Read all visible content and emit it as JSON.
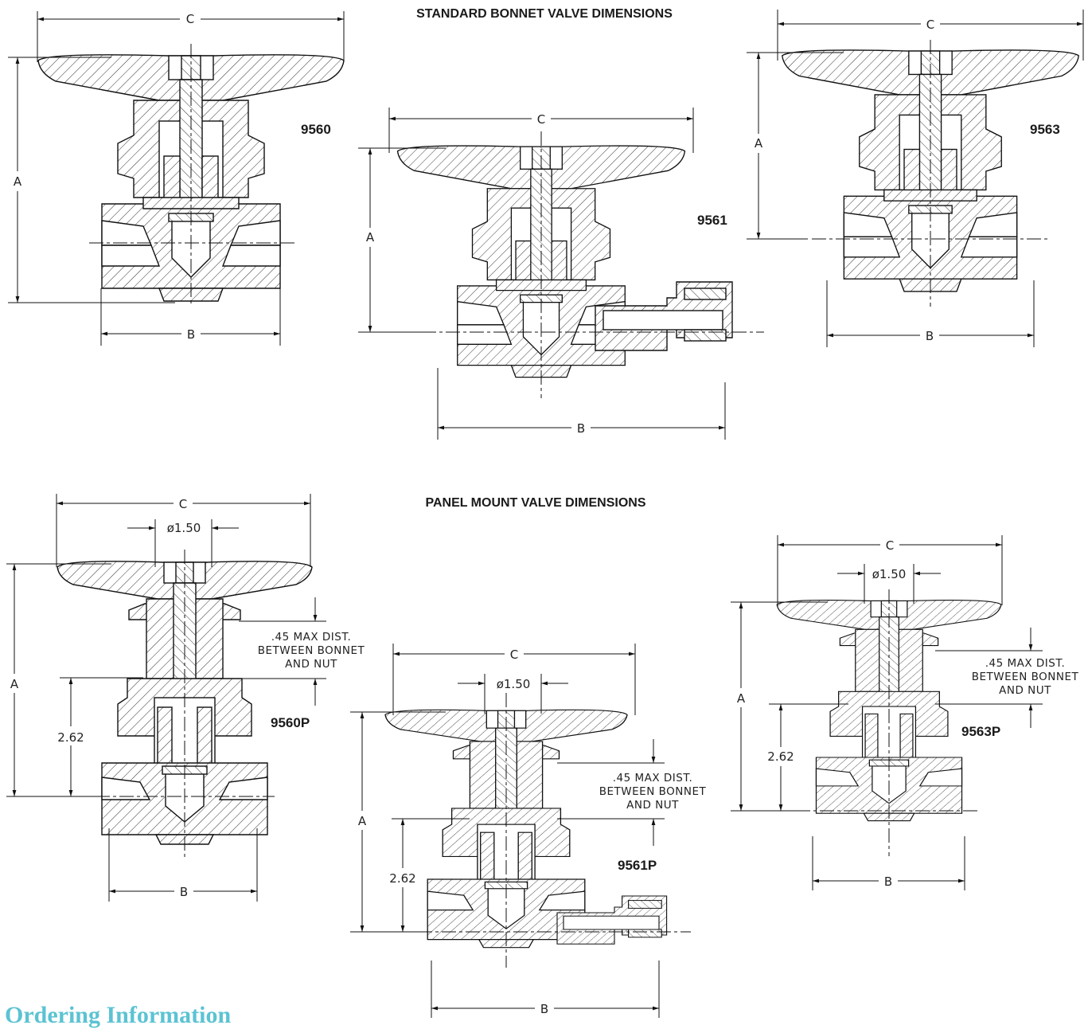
{
  "sections": {
    "standard_title": "STANDARD BONNET VALVE DIMENSIONS",
    "panel_title": "PANEL MOUNT VALVE DIMENSIONS"
  },
  "models": {
    "m9560": "9560",
    "m9561": "9561",
    "m9563": "9563",
    "m9560p": "9560P",
    "m9561p": "9561P",
    "m9563p": "9563P"
  },
  "dims": {
    "a": "A",
    "b": "B",
    "c": "C",
    "diameter": "ø1.50",
    "height_262": "2.62"
  },
  "note": {
    "line1": ".45 MAX DIST.",
    "line2": "BETWEEN BONNET",
    "line3": "AND NUT"
  },
  "footer": {
    "ordering_heading": "Ordering Information"
  },
  "colors": {
    "line": "#111111",
    "ordering_heading": "#5bc3d3"
  }
}
